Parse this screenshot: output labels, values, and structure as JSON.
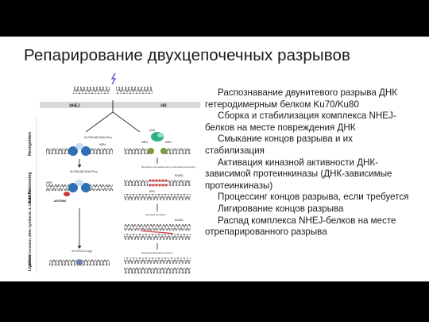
{
  "slide": {
    "title": "Репарирование двухцепочечных разрывов"
  },
  "description": {
    "steps": [
      "Распознавание двунитевого разрыва ДНК гетеродимерным белком Ku70/Ku80",
      "Сборка и стабилизация комплекса NHEJ-белков на месте повреждения ДНК",
      "Смыкание концов разрыва и их стабилизация",
      "Активация киназной активности ДНК-зависимой протеинкиназы (ДНК-зависимые протеинкиназы)",
      "Процессинг концов разрыва, если требуется",
      "Лигирование концов разрыва",
      "Распад комплекса NHEJ-белков на месте отрепарированного разрыва"
    ]
  },
  "figure": {
    "pathway_left": "NHEJ",
    "pathway_right": "HR",
    "stage_labels": [
      "Recognition",
      "End Processing",
      "Strand invasion, DNA synthesis & resolution",
      "Ligation"
    ],
    "protein_labels": {
      "ku_dnapkcs_1": "KU70/KU80 DNA-PKcs",
      "ku_dnapkcs_2": "KU70/KU80 DNA-PKcs",
      "mrn_left_1": "MRN",
      "mrn_left_2": "MRN",
      "artemis": "ARTEMIS",
      "atm": "ATM",
      "mrn_right_1": "MRN",
      "mrn_right_2": "MRN",
      "rad51_1": "RAD51",
      "rpa": "RPA",
      "rad51_2": "RAD51",
      "lig4": "XLF/XRCC4 Lig4"
    },
    "step_notes": {
      "resection": "Resection and replacement, Nucleotide processing",
      "synapsis": "Synapsis formation",
      "resolution": "Resolution/Dissolution factors"
    },
    "colors": {
      "dna": "#444444",
      "ku": "#2f6fb3",
      "artemis": "#c83a3a",
      "atm": "#2fae8a",
      "mrn": "#7a9a3c",
      "rad51": "#d83a3a"
    }
  }
}
